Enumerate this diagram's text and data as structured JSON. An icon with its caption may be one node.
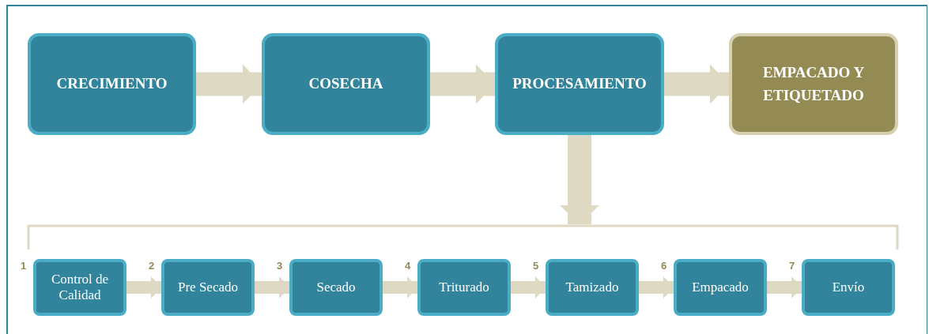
{
  "diagram": {
    "nodes": [
      {
        "text": [
          "CRECIMIENTO"
        ]
      },
      {
        "text": [
          "COSECHA"
        ]
      },
      {
        "text": [
          "PROCESAMIENTO"
        ]
      },
      {
        "text": [
          "EMPACADO Y ETIQUETADO"
        ]
      },
      {
        "text": [
          "Control de Calidad"
        ],
        "beside": [
          "1"
        ]
      },
      {
        "text": [
          "Pre Secado"
        ],
        "beside": [
          "2"
        ]
      },
      {
        "text": [
          "Secado"
        ],
        "beside": [
          "3"
        ]
      },
      {
        "text": [
          "Triturado"
        ],
        "beside": [
          "4"
        ]
      },
      {
        "text": [
          "Tamizado"
        ],
        "beside": [
          "5"
        ]
      },
      {
        "text": [
          "Empacado"
        ],
        "beside": [
          "6"
        ]
      },
      {
        "text": [
          "Envío"
        ],
        "beside": [
          "7"
        ]
      },
      {
        "text": [],
        "shape": "bracket"
      }
    ],
    "edges": [
      {
        "from": 0,
        "to": 1,
        "arrow": "to",
        "style": "thick"
      },
      {
        "from": 1,
        "to": 2,
        "arrow": "to",
        "style": "thick"
      },
      {
        "from": 2,
        "to": 3,
        "arrow": "to",
        "style": "thick"
      },
      {
        "from": 2,
        "to": 11,
        "arrow": "to",
        "style": "thick"
      },
      {
        "from": 4,
        "to": 5,
        "arrow": "to"
      },
      {
        "from": 5,
        "to": 6,
        "arrow": "to"
      },
      {
        "from": 6,
        "to": 7,
        "arrow": "to"
      },
      {
        "from": 7,
        "to": 8,
        "arrow": "to"
      },
      {
        "from": 8,
        "to": 9,
        "arrow": "to"
      },
      {
        "from": 9,
        "to": 10,
        "arrow": "to"
      }
    ]
  }
}
